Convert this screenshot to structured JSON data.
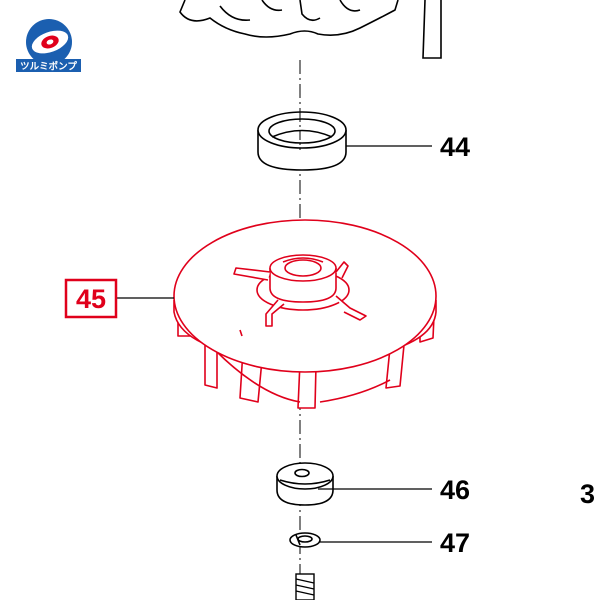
{
  "logo": {
    "brand_text": "ツルミポンプ",
    "colors": {
      "blue": "#1b5fb0",
      "red": "#e0001b",
      "white": "#ffffff"
    }
  },
  "parts": [
    {
      "number": "44",
      "name": "seal-ring"
    },
    {
      "number": "45",
      "name": "impeller",
      "highlighted": true
    },
    {
      "number": "46",
      "name": "washer"
    },
    {
      "number": "47",
      "name": "lock-washer"
    }
  ],
  "edge_label": "3",
  "colors": {
    "line": "#000000",
    "highlight": "#e0001b",
    "background": "#ffffff"
  }
}
